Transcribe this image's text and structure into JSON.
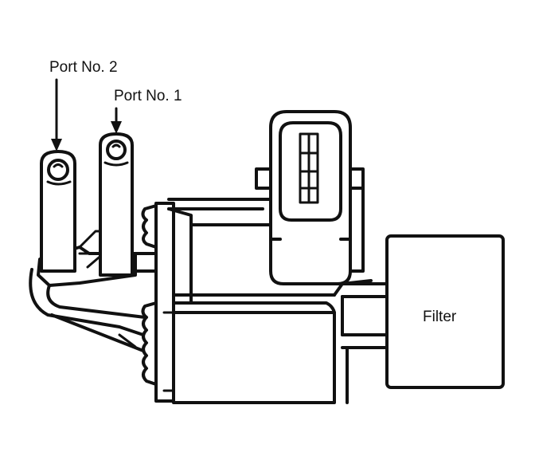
{
  "labels": {
    "port2": "Port No. 2",
    "port1": "Port No. 1",
    "filter": "Filter"
  },
  "colors": {
    "line": "#111111",
    "background": "#ffffff"
  }
}
